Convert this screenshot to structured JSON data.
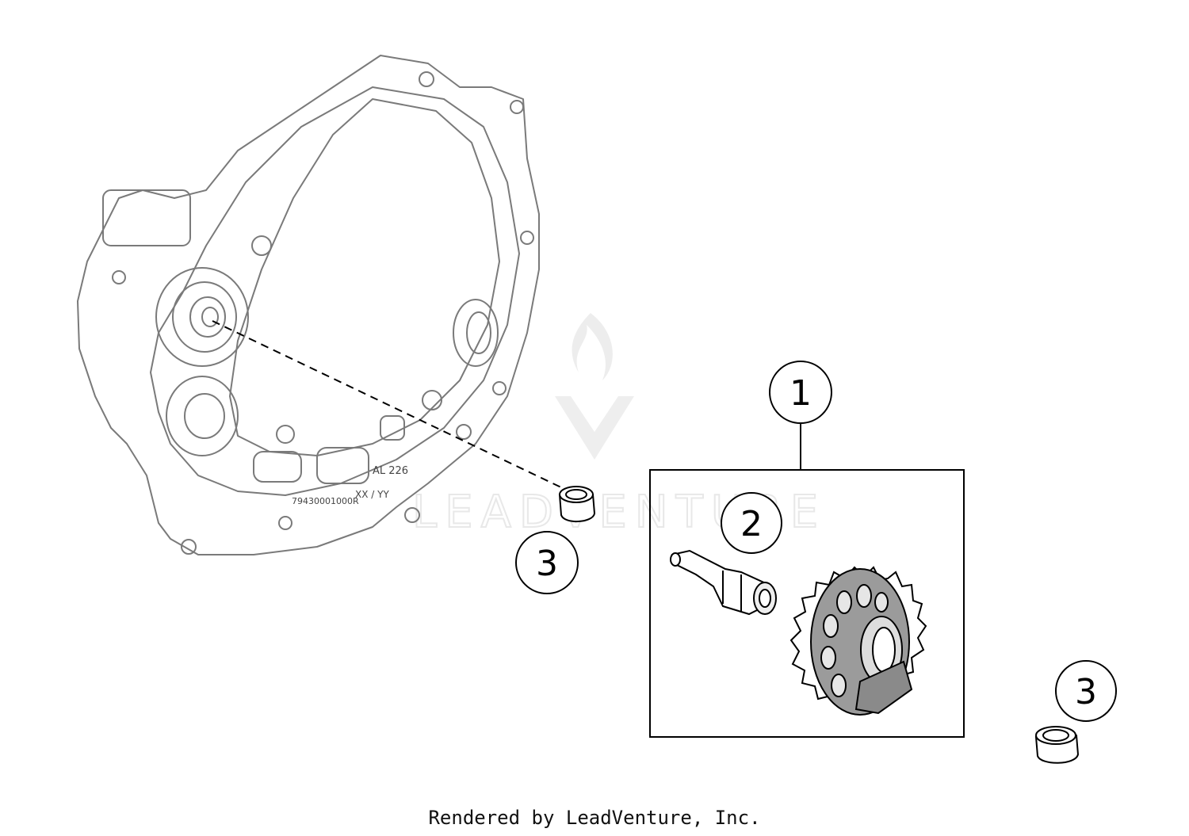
{
  "diagram": {
    "callouts": [
      {
        "id": "callout-1",
        "label": "1"
      },
      {
        "id": "callout-2",
        "label": "2"
      },
      {
        "id": "callout-3a",
        "label": "3"
      },
      {
        "id": "callout-3b",
        "label": "3"
      }
    ],
    "cover_markings": {
      "part_number": "79430001000R",
      "material": "AL 226",
      "date_code": "XX / YY"
    },
    "watermark": {
      "text": "LEADVENTURE"
    }
  },
  "footer": {
    "credit": "Rendered by LeadVenture, Inc."
  }
}
